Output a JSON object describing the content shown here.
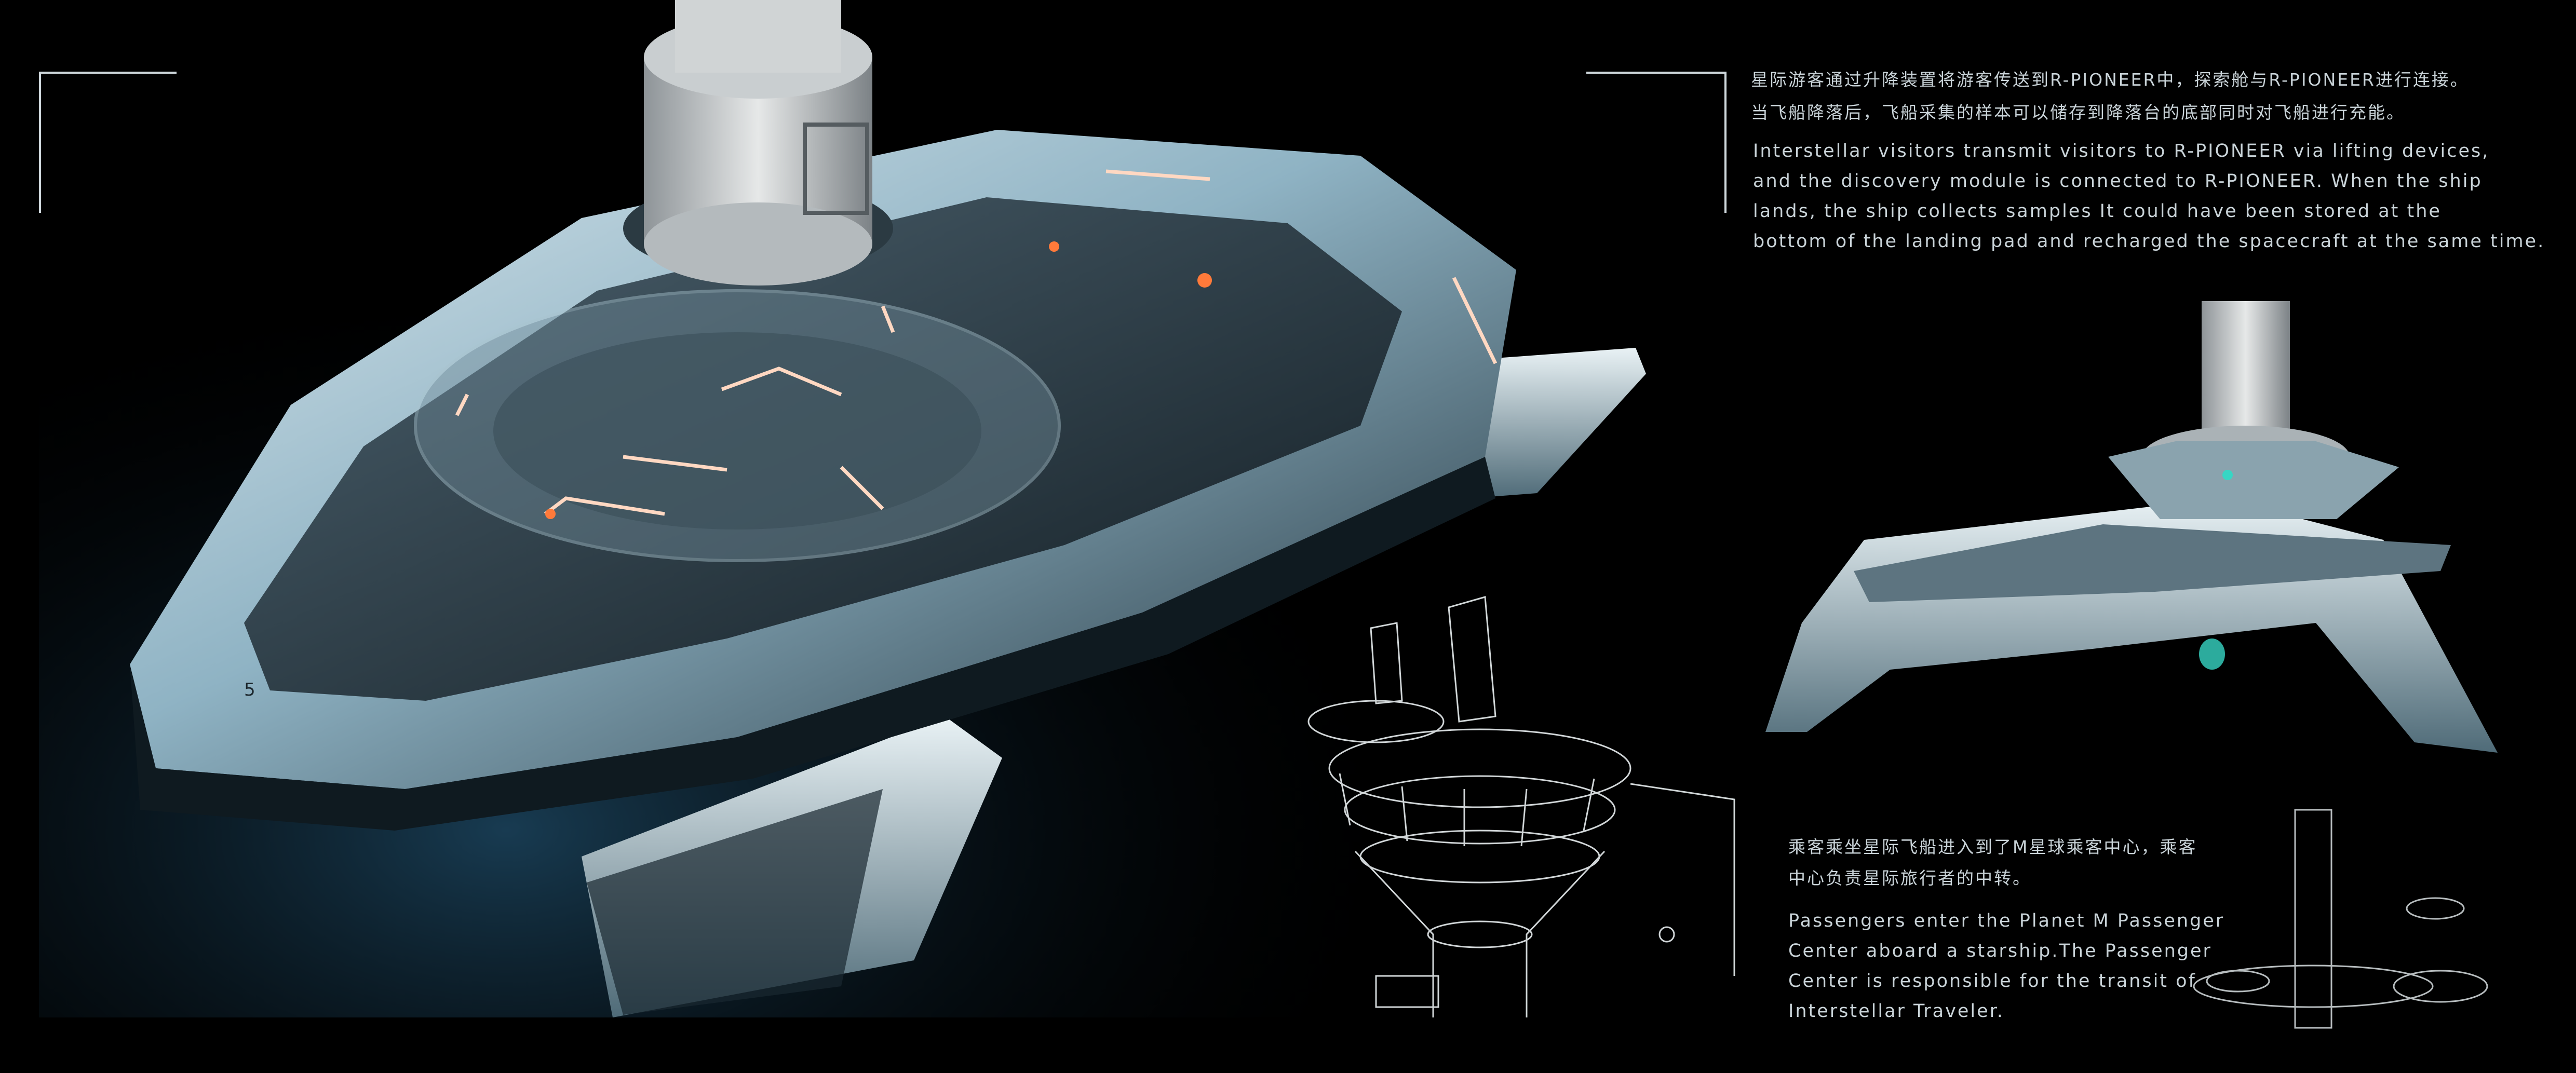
{
  "top_text": {
    "cn_line1": "星际游客通过升降装置将游客传送到R-PIONEER中，探索舱与R-PIONEER进行连接。",
    "cn_line2": "当飞船降落后，飞船采集的样本可以储存到降落台的底部同时对飞船进行充能。",
    "en_lines": [
      "Interstellar visitors transmit visitors to R-PIONEER via lifting devices,",
      "and the discovery module is connected to R-PIONEER. When the ship",
      "lands, the ship collects samples It could have been stored at the",
      "bottom of the landing pad and recharged the spacecraft at the same time."
    ]
  },
  "bottom_text": {
    "cn_lines": [
      "乘客乘坐星际飞船进入到了M星球乘客中心，乘客",
      "中心负责星际旅行者的中转。"
    ],
    "en_lines": [
      "Passengers enter the Planet M Passenger",
      "Center aboard a starship.The Passenger",
      "Center is responsible for the transit of",
      "Interstellar Traveler."
    ]
  },
  "hull_mark": "5",
  "colors": {
    "background": "#000000",
    "text": "#c9d3d8",
    "hull_light": "#b9cfd9",
    "hull_dark": "#2c3d47",
    "accent_orange": "#ff7a3a",
    "accent_teal": "#37d6c4"
  }
}
